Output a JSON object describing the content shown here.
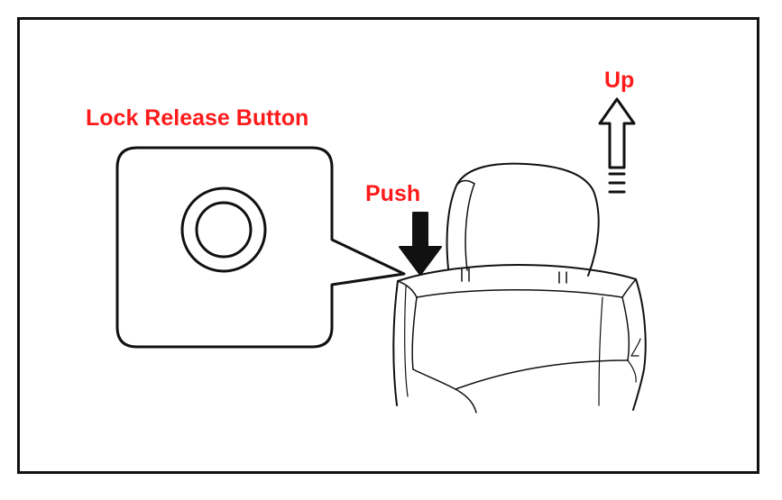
{
  "labels": {
    "lock_release_button": "Lock Release Button",
    "push": "Push",
    "up": "Up"
  },
  "colors": {
    "label_red": "#ff1a1a",
    "line_black": "#111111",
    "background": "#ffffff"
  },
  "icons": {
    "push_arrow": "arrow-down-solid",
    "up_arrow": "arrow-up-outline",
    "release_button": "concentric-circle-button"
  }
}
